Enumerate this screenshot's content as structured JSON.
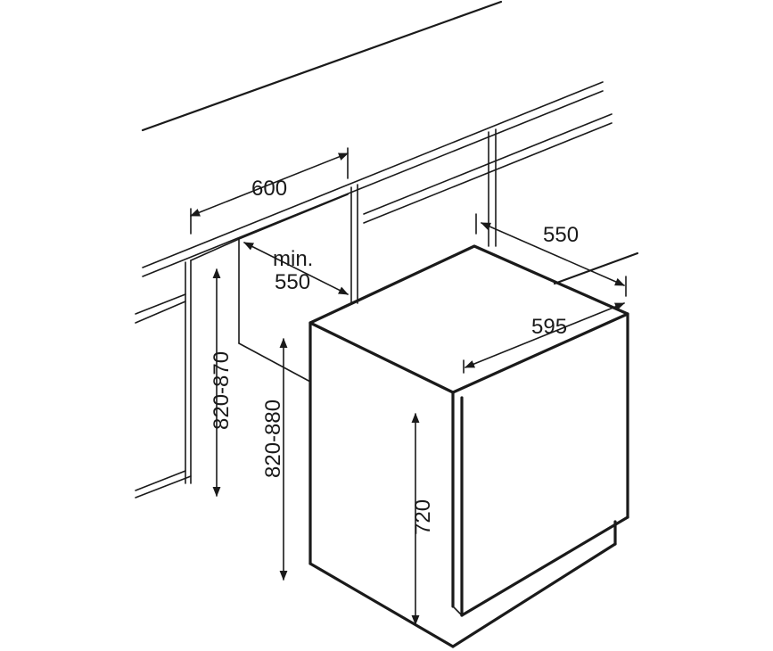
{
  "dimensions": {
    "niche_width": "600",
    "min_depth_line1": "min.",
    "min_depth_line2": "550",
    "appliance_depth": "550",
    "appliance_width": "595",
    "niche_height": "820-870",
    "appliance_height_range": "820-880",
    "panel_height": "720"
  }
}
